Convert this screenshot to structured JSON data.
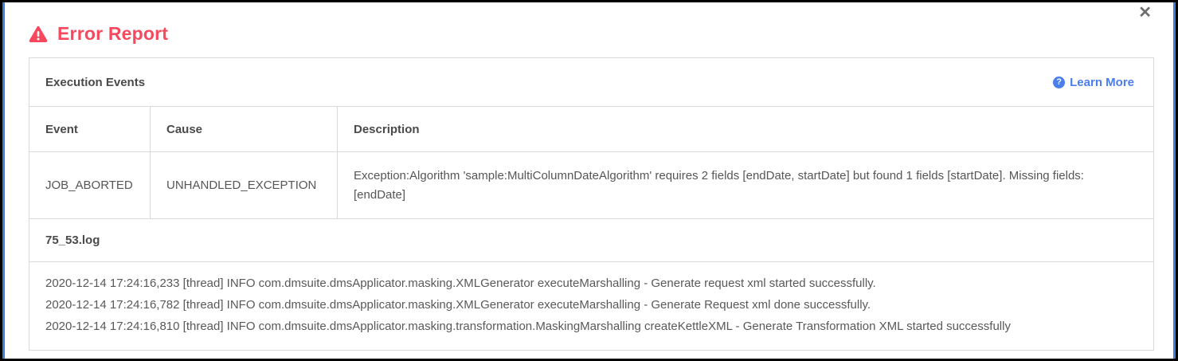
{
  "modal": {
    "title": "Error Report",
    "close_label": "✕"
  },
  "panel": {
    "header": "Execution Events",
    "learn_more_label": "Learn More",
    "help_icon_glyph": "?"
  },
  "table": {
    "columns": [
      "Event",
      "Cause",
      "Description"
    ],
    "rows": [
      {
        "event": "JOB_ABORTED",
        "cause": "UNHANDLED_EXCEPTION",
        "description": "Exception:Algorithm 'sample:MultiColumnDateAlgorithm' requires 2 fields [endDate, startDate] but found 1 fields [startDate]. Missing fields: [endDate]"
      }
    ]
  },
  "log": {
    "filename": "75_53.log",
    "lines": [
      "2020-12-14 17:24:16,233 [thread] INFO com.dmsuite.dmsApplicator.masking.XMLGenerator executeMarshalling - Generate request xml started successfully.",
      "2020-12-14 17:24:16,782 [thread] INFO com.dmsuite.dmsApplicator.masking.XMLGenerator executeMarshalling - Generate Request xml done successfully.",
      "2020-12-14 17:24:16,810 [thread] INFO com.dmsuite.dmsApplicator.masking.transformation.MaskingMarshalling createKettleXML - Generate Transformation XML started successfully"
    ]
  },
  "colors": {
    "error_red": "#f8485e",
    "link_blue": "#4a7ded",
    "focus_edge_blue": "#3f7fd6",
    "border_gray": "#d9d9d9",
    "text_dark": "#4a4a4a",
    "text_body": "#565656"
  }
}
